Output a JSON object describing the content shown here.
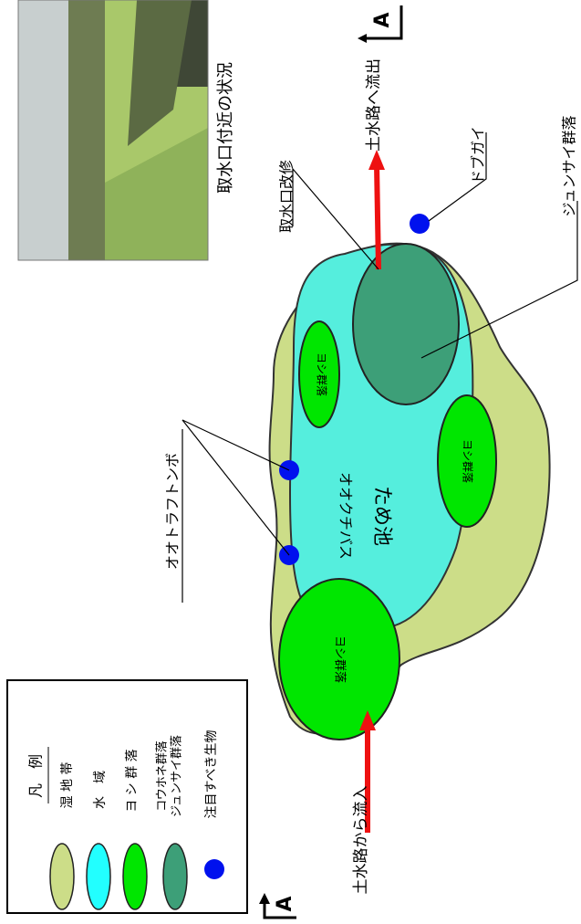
{
  "section_marker": {
    "letter": "A"
  },
  "pond": {
    "name": "ため池",
    "species": "オオクチバス",
    "reed_label": "ヨシ群落"
  },
  "photo": {
    "caption": "取水口付近の状況"
  },
  "annotations": {
    "intake_repair": "取水口改修",
    "outflow": "土水路へ流出",
    "dobugai": "ドブガイ",
    "junsai": "ジュンサイ群落",
    "ootorafu": "オオトラフトンボ",
    "inflow": "土水路から流入"
  },
  "legend": {
    "title": "凡　例",
    "items": [
      {
        "label": "湿 地 帯",
        "color": "#ccdd88"
      },
      {
        "label": "水　域",
        "color": "#22ffff"
      },
      {
        "label": "ヨ シ 群 落",
        "color": "#00e600"
      },
      {
        "label": "コウホネ群落",
        "label2": "ジュンサイ群落",
        "color": "#3d9f78"
      },
      {
        "label": "注目すべき生物",
        "color": "#0011ee"
      }
    ]
  }
}
